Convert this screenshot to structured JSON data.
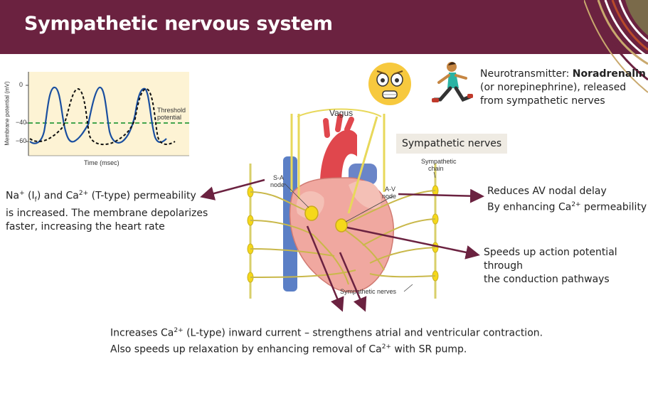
{
  "slide": {
    "title": "Sympathetic nervous system"
  },
  "graph": {
    "ylabel": "Membrane potential (mV)",
    "xlabel": "Time (msec)",
    "ticks": [
      "0",
      "−40",
      "−60"
    ],
    "threshold_label_1": "Threshold",
    "threshold_label_2": "potential"
  },
  "neurotransmitter": {
    "prefix": "Neurotransmitter: ",
    "name": "Noradrenalin",
    "line2": "(or norepinephrine), released",
    "line3": "from sympathetic nerves"
  },
  "heart": {
    "vagus": "Vagus",
    "sympathetic_nerves_box": "Sympathetic nerves",
    "sympathetic_chain_1": "Sympathetic",
    "sympathetic_chain_2": "chain",
    "sa_node_1": "S-A",
    "sa_node_2": "node",
    "av_node_1": "A-V",
    "av_node_2": "node",
    "sympathetic_nerves_label": "Sympathetic nerves"
  },
  "effects": {
    "sa_line1_a": "Na",
    "sa_line1_b": " (I",
    "sa_line1_c": ") and Ca",
    "sa_line1_d": " (T-type) permeability",
    "sa_line2": "is increased. The membrane depolarizes",
    "sa_line3": "faster, increasing the heart rate",
    "av_line1": "Reduces AV nodal delay",
    "av_line2_a": "By enhancing  Ca",
    "av_line2_b": " permeability",
    "conduction_line1": "Speeds up action potential through",
    "conduction_line2": "the conduction pathways",
    "contract_line1_a": "Increases Ca",
    "contract_line1_b": " (L-type) inward current – strengthens  atrial and ventricular contraction.",
    "contract_line2_a": "Also speeds up relaxation by enhancing removal of  Ca",
    "contract_line2_b": " with SR pump.",
    "sup_plus": "+",
    "sup_2plus": "2+",
    "sub_f": "f"
  }
}
